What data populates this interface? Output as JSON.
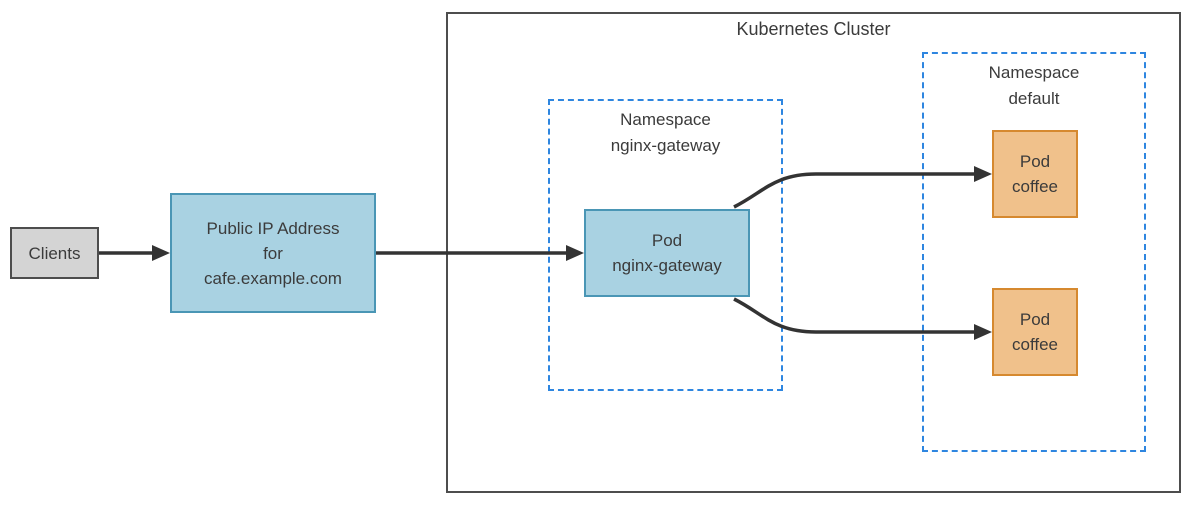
{
  "cluster": {
    "title": "Kubernetes Cluster"
  },
  "nodes": {
    "clients": {
      "label": "Clients"
    },
    "public_ip": {
      "line1": "Public IP Address",
      "line2": "for",
      "line3": "cafe.example.com"
    },
    "gateway_pod": {
      "line1": "Pod",
      "line2": "nginx-gateway"
    },
    "coffee_pod_top": {
      "line1": "Pod",
      "line2": "coffee"
    },
    "coffee_pod_bottom": {
      "line1": "Pod",
      "line2": "coffee"
    }
  },
  "namespaces": {
    "nginx_gateway": {
      "line1": "Namespace",
      "line2": "nginx-gateway"
    },
    "default_ns": {
      "line1": "Namespace",
      "line2": "default"
    }
  },
  "edges": [
    {
      "from": "clients",
      "to": "public_ip",
      "style": "straight"
    },
    {
      "from": "public_ip",
      "to": "gateway_pod",
      "style": "straight"
    },
    {
      "from": "gateway_pod",
      "to": "coffee_pod_top",
      "style": "curved"
    },
    {
      "from": "gateway_pod",
      "to": "coffee_pod_bottom",
      "style": "curved"
    }
  ],
  "colors": {
    "blue_fill": "#a9d2e2",
    "blue_border": "#4a96b5",
    "orange_fill": "#f0c18b",
    "orange_border": "#d6892f",
    "gray_fill": "#d4d4d4",
    "gray_border": "#4d4d4d",
    "namespace_dash": "#2e86e0",
    "cluster_border": "#4d4d4d",
    "arrow": "#333333",
    "text": "#3b3b3b",
    "background": "#ffffff"
  }
}
